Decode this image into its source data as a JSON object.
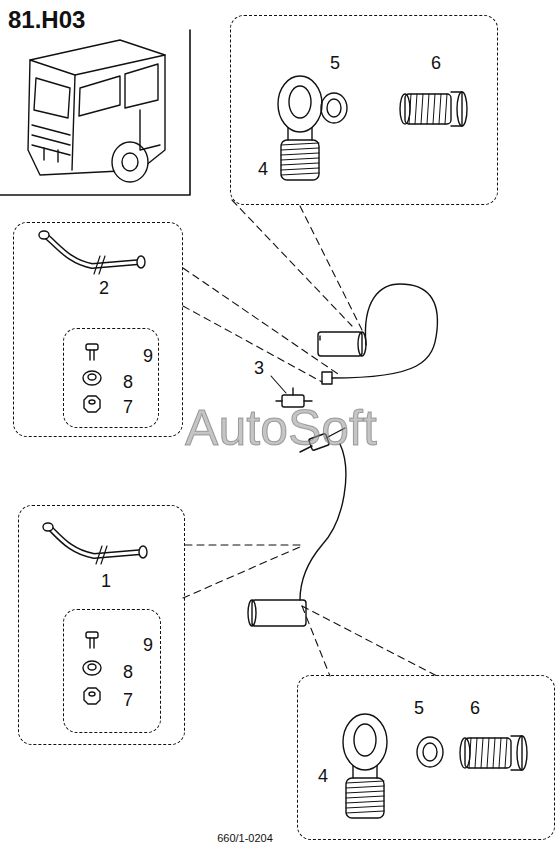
{
  "diagram": {
    "title": "81.H03",
    "nodes": [
      {
        "text": [
          "5",
          "6",
          "4"
        ]
      },
      {
        "text": [
          "2"
        ]
      },
      {
        "text": [
          "9",
          "8",
          "7"
        ],
        "in": 1
      },
      {
        "text": [
          "1"
        ]
      },
      {
        "text": [
          "9",
          "8",
          "7"
        ],
        "in": 3
      },
      {
        "text": [
          "5",
          "6",
          "4"
        ]
      }
    ],
    "labels": [
      "3",
      "660/1-0204",
      "AutoSoft"
    ]
  }
}
